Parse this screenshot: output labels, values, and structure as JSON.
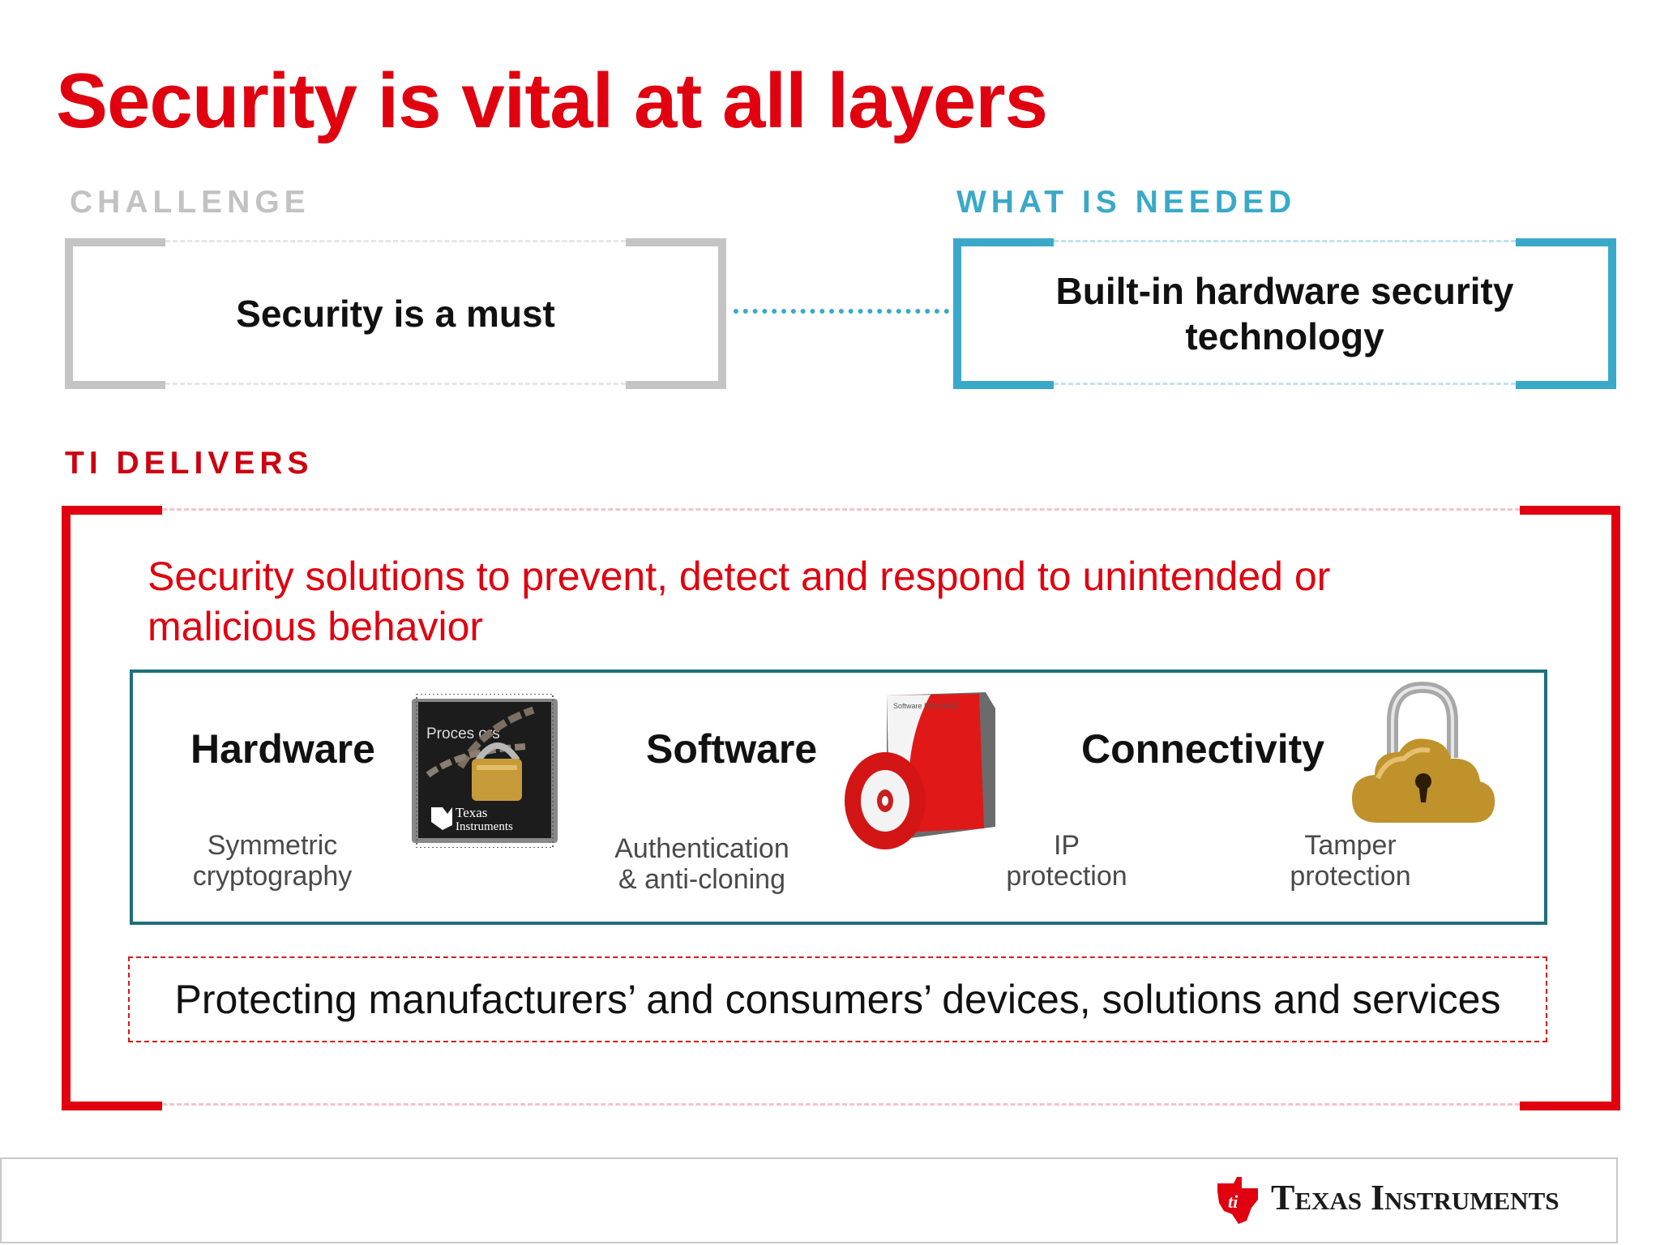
{
  "title": "Security is vital at all layers",
  "challenge": {
    "label": "CHALLENGE",
    "text": "Security is a must"
  },
  "needed": {
    "label": "WHAT IS NEEDED",
    "text_line1": "Built-in hardware security",
    "text_line2": "technology"
  },
  "ti_delivers": {
    "label": "TI DELIVERS",
    "statement_line1": "Security solutions to prevent, detect and respond to unintended or",
    "statement_line2": "malicious behavior",
    "solutions": [
      {
        "heading": "Hardware",
        "sub_line1": "Symmetric",
        "sub_line2": "cryptography",
        "icon": "processor-chip-lock-icon"
      },
      {
        "heading": "Software",
        "sub_line1": "Authentication",
        "sub_line2": "& anti-cloning",
        "icon": "software-package-icon"
      },
      {
        "heading": "Connectivity",
        "sub_line1": "IP",
        "sub_line2": "protection",
        "icon": "cloud-lock-icon"
      },
      {
        "heading": "",
        "sub_line1": "Tamper",
        "sub_line2": "protection",
        "icon": ""
      }
    ],
    "chip_text_1": "Proces ors",
    "chip_text_2": "Texas",
    "chip_text_3": "Instruments",
    "package_text": "Software PACKAGE",
    "protecting": "Protecting manufacturers’ and consumers’ devices, solutions and services"
  },
  "footer": {
    "brand": "Texas Instruments"
  },
  "colors": {
    "red": "#e0000f",
    "teal": "#3aa9c9",
    "gray": "#c2c2c2",
    "dark_teal": "#1d6f7c"
  }
}
